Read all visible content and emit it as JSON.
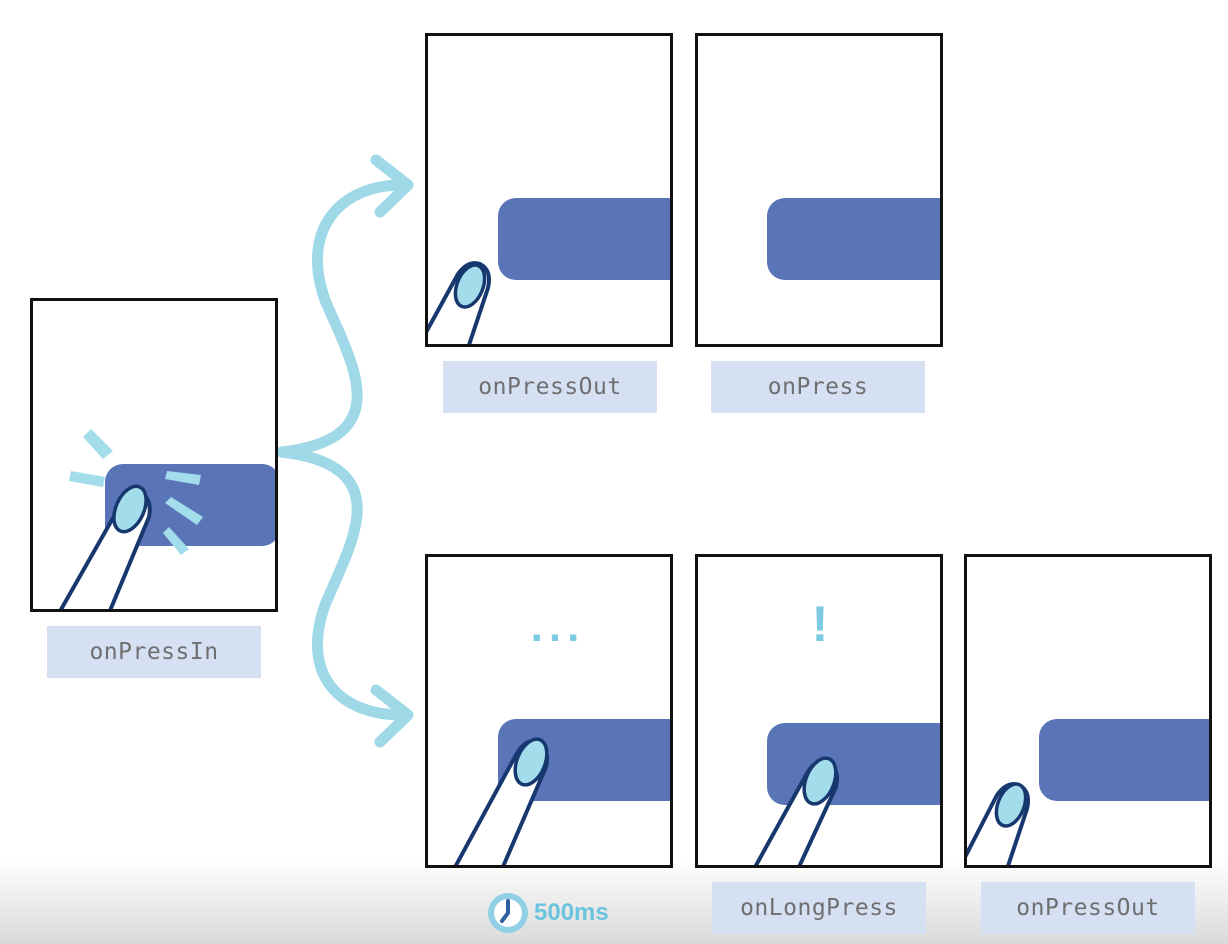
{
  "colors": {
    "button": "#5a74b8",
    "finger_fill": "#a3dcea",
    "finger_stroke": "#17386e",
    "arrow": "#9fd9e8",
    "label_bg": "#d6e0f3",
    "label_text": "#6f6f6f",
    "accent": "#7ccbe3"
  },
  "start": {
    "label": "onPressIn"
  },
  "top_branch": {
    "labels": [
      "onPressOut",
      "onPress"
    ]
  },
  "bottom_branch": {
    "waiting_glyph": "...",
    "long_press_glyph": "!",
    "timer_icon": "clock-icon",
    "timer_text": "500ms",
    "labels": [
      "onLongPress",
      "onPressOut"
    ]
  }
}
